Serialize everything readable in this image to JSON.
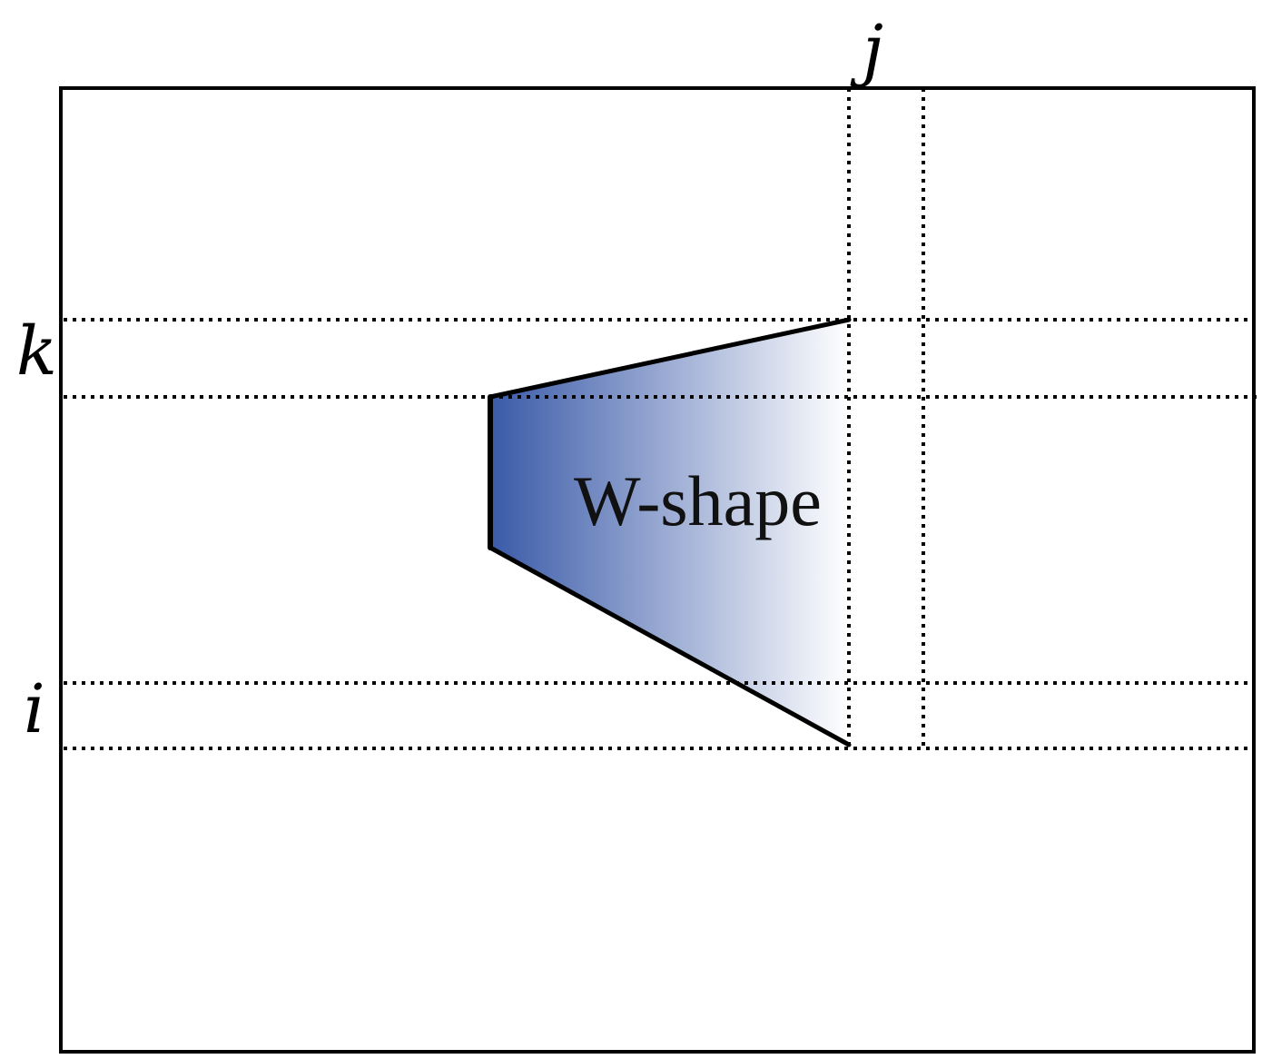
{
  "labels": {
    "j": "j",
    "k": "k",
    "i": "i"
  },
  "shape": {
    "label": "W-shape",
    "gradient_start_color": "#3a5aa8",
    "gradient_end_color": "#ffffff"
  },
  "colors": {
    "line": "#000000",
    "background": "#ffffff"
  }
}
